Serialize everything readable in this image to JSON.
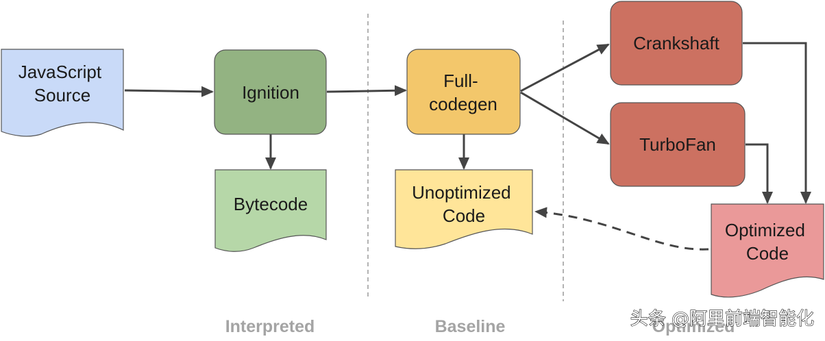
{
  "nodes": {
    "js_source": {
      "line1": "JavaScript",
      "line2": "Source"
    },
    "ignition": {
      "label": "Ignition"
    },
    "bytecode": {
      "label": "Bytecode"
    },
    "full_codegen": {
      "line1": "Full-",
      "line2": "codegen"
    },
    "unoptimized_code": {
      "line1": "Unoptimized",
      "line2": "Code"
    },
    "crankshaft": {
      "label": "Crankshaft"
    },
    "turbofan": {
      "label": "TurboFan"
    },
    "optimized_code": {
      "line1": "Optimized",
      "line2": "Code"
    }
  },
  "phases": {
    "interpreted": "Interpreted",
    "baseline": "Baseline",
    "optimized": "Optimized"
  },
  "watermark": "头条 @阿里前端智能化",
  "colors": {
    "js_source": "#c9daf8",
    "ignition": "#93c47d",
    "bytecode": "#b6d7a8",
    "full_codegen": "#f6c26b",
    "unoptimized_code": "#ffe599",
    "compiler": "#cc6e5f",
    "optimized_code": "#ea9999",
    "phase_text": "#a4a4a4"
  }
}
